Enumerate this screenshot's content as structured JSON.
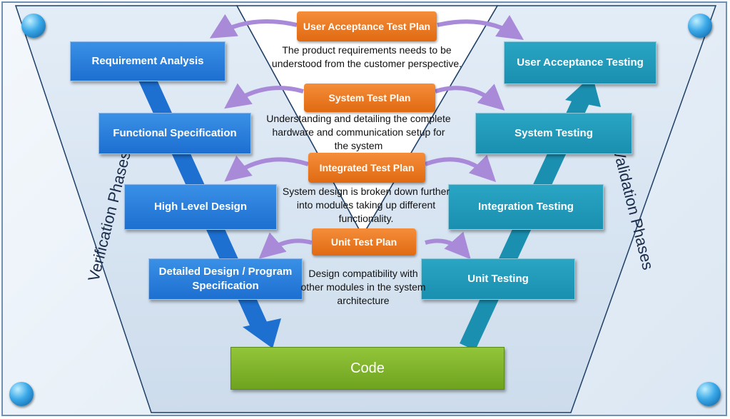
{
  "verification_phases": {
    "label": "Verification Phases",
    "steps": [
      "Requirement Analysis",
      "Functional Specification",
      "High Level Design",
      "Detailed Design / Program Specification"
    ]
  },
  "validation_phases": {
    "label": "Validation Phases",
    "steps": [
      "User Acceptance Testing",
      "System Testing",
      "Integration Testing",
      "Unit Testing"
    ]
  },
  "test_plans": [
    {
      "label": "User Acceptance Test Plan",
      "description": "The product requirements needs to be understood from the customer perspective."
    },
    {
      "label": "System Test Plan",
      "description": "Understanding and detailing the complete hardware and communication setup for the system"
    },
    {
      "label": "Integrated Test Plan",
      "description": "System design is broken down further into modules taking up different functionality."
    },
    {
      "label": "Unit Test Plan",
      "description": "Design compatibility with other modules in the system architecture"
    }
  ],
  "code": {
    "label": "Code"
  },
  "colors": {
    "verification": "#1d6fd0",
    "validation": "#1a8fb0",
    "test_plan": "#e8761e",
    "code": "#7db22a",
    "connector": "#b08fe0"
  }
}
